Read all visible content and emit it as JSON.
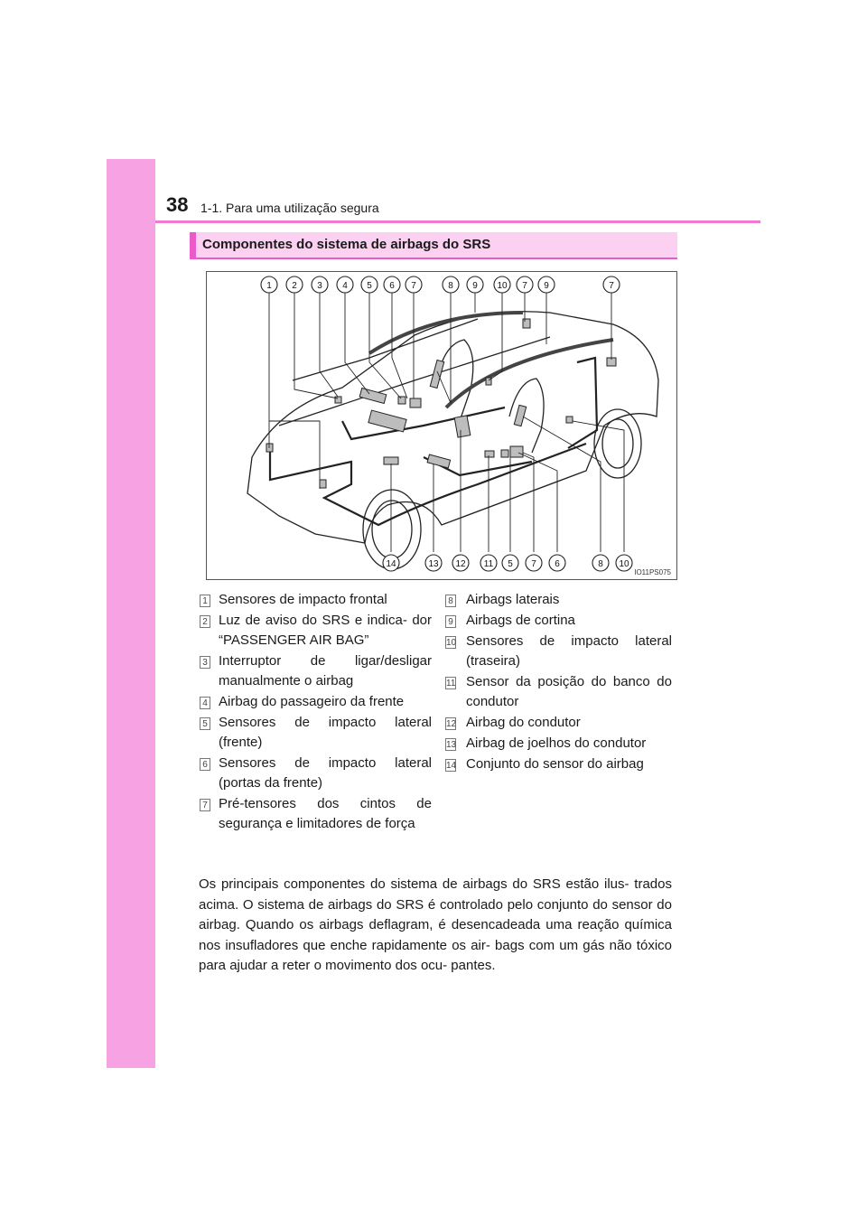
{
  "header": {
    "page_number": "38",
    "section": "1-1. Para uma utilização segura"
  },
  "heading": "Componentes do sistema de airbags do SRS",
  "figure": {
    "code": "IO11PS075",
    "callouts_top": [
      "1",
      "2",
      "3",
      "4",
      "5",
      "6",
      "7",
      "8",
      "9",
      "10",
      "7",
      "9",
      "7"
    ],
    "callouts_bottom": [
      "14",
      "13",
      "12",
      "11",
      "5",
      "7",
      "6",
      "8",
      "10"
    ]
  },
  "legend": [
    {
      "num": "1",
      "text": "Sensores de impacto frontal"
    },
    {
      "num": "2",
      "text": "Luz de aviso do SRS e indica- dor “PASSENGER AIR BAG”"
    },
    {
      "num": "3",
      "text": "Interruptor de ligar/desligar manualmente o airbag"
    },
    {
      "num": "4",
      "text": "Airbag do passageiro da frente"
    },
    {
      "num": "5",
      "text": "Sensores de impacto lateral (frente)"
    },
    {
      "num": "6",
      "text": "Sensores de impacto lateral (portas da frente)"
    },
    {
      "num": "7",
      "text": "Pré-tensores dos cintos de segurança e limitadores de força"
    },
    {
      "num": "8",
      "text": "Airbags laterais"
    },
    {
      "num": "9",
      "text": "Airbags de cortina"
    },
    {
      "num": "10",
      "text": "Sensores de impacto lateral (traseira)"
    },
    {
      "num": "11",
      "text": "Sensor da posição do banco do condutor"
    },
    {
      "num": "12",
      "text": "Airbag do condutor"
    },
    {
      "num": "13",
      "text": "Airbag de joelhos do condutor"
    },
    {
      "num": "14",
      "text": "Conjunto do sensor do airbag"
    }
  ],
  "body_text": "Os principais componentes do sistema de airbags do SRS estão ilus- trados acima. O sistema de airbags do SRS é controlado pelo conjunto do sensor do airbag. Quando os airbags deflagram, é desencadeada uma reação química nos insufladores que enche rapidamente os air- bags com um gás não tóxico para ajudar a reter o movimento dos ocu- pantes."
}
